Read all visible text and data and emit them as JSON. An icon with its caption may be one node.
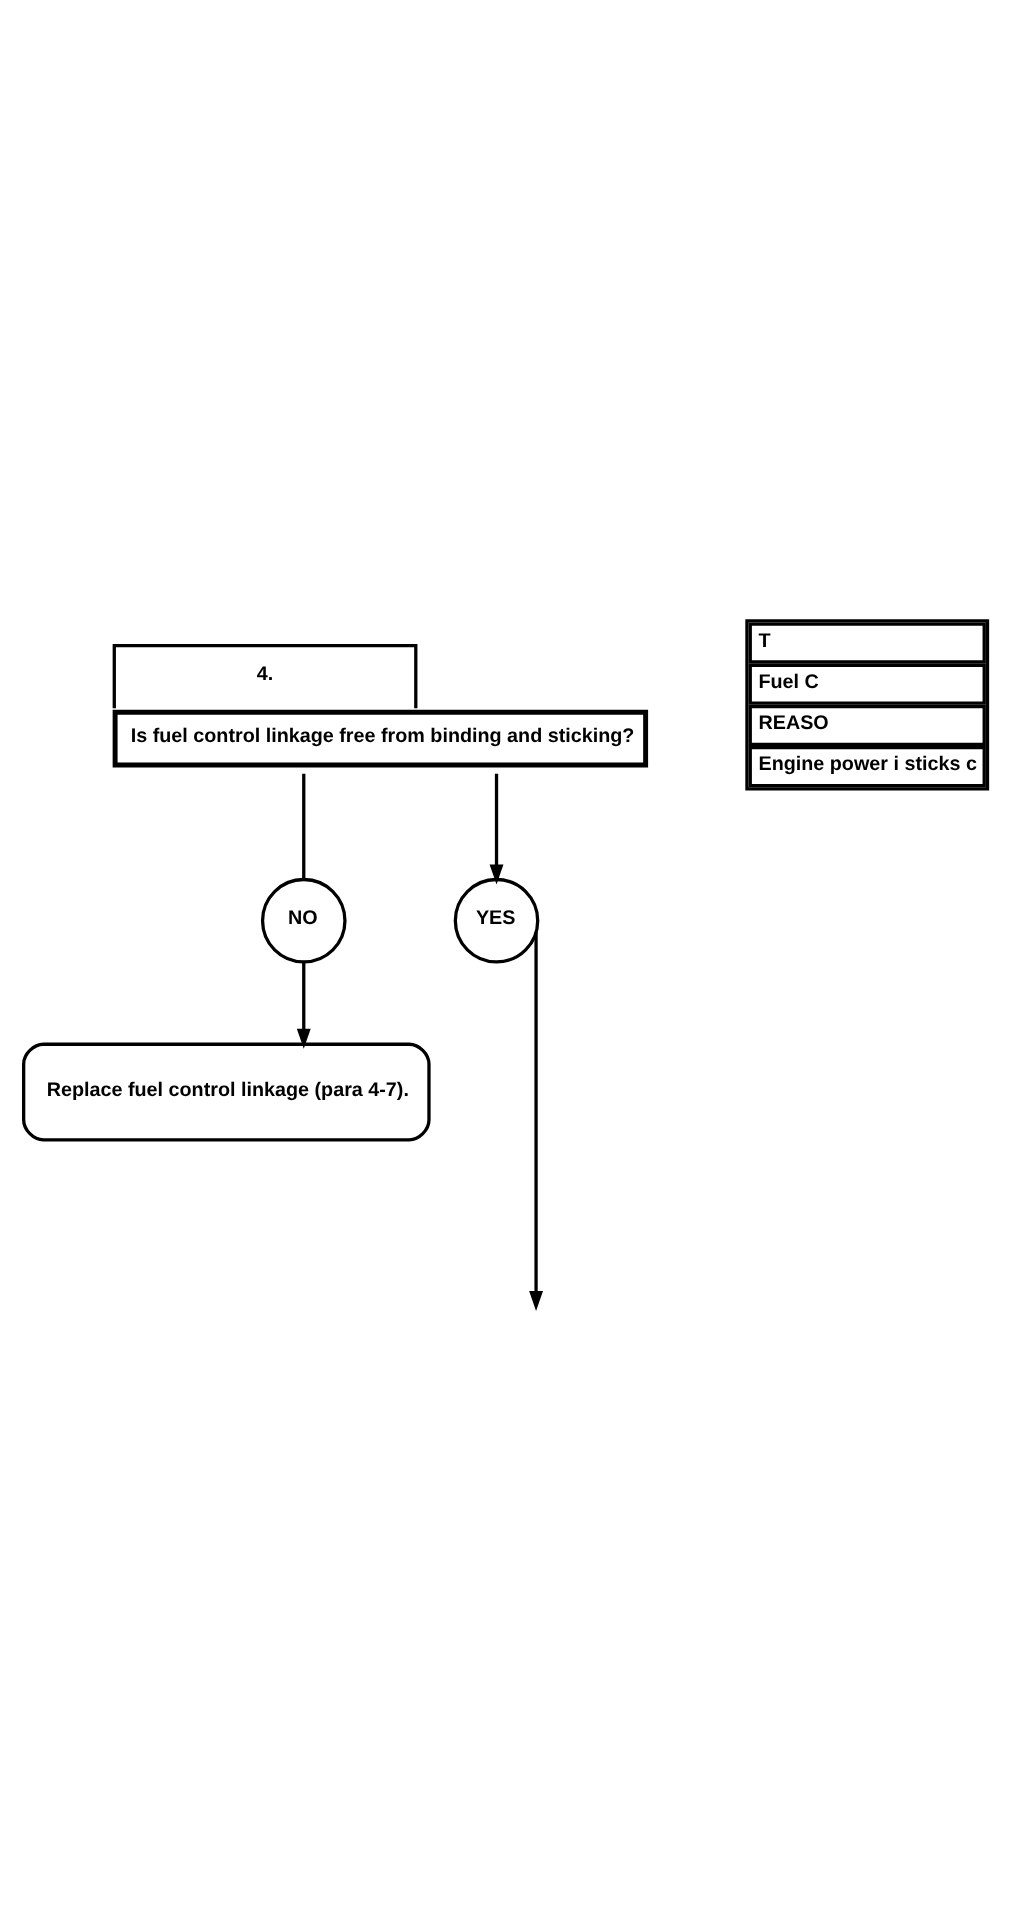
{
  "diagram": {
    "nodes": [
      {
        "text": [
          "4.",
          "Is fuel control linkage free from binding and sticking?"
        ]
      },
      {
        "text": [
          "NO"
        ]
      },
      {
        "text": [
          "YES"
        ]
      },
      {
        "text": [
          "Replace fuel control linkage (para 4-7)."
        ]
      }
    ],
    "edges": [
      {
        "from": 0,
        "to": 1,
        "arrow": "none"
      },
      {
        "from": 0,
        "to": 2,
        "arrow": "to"
      },
      {
        "from": 1,
        "to": 3,
        "arrow": "to"
      },
      {
        "from": 2,
        "to": null,
        "arrow": "to"
      }
    ],
    "labels": [
      "T",
      "Fuel C",
      "REASO",
      "Engine power i sticks c"
    ]
  }
}
